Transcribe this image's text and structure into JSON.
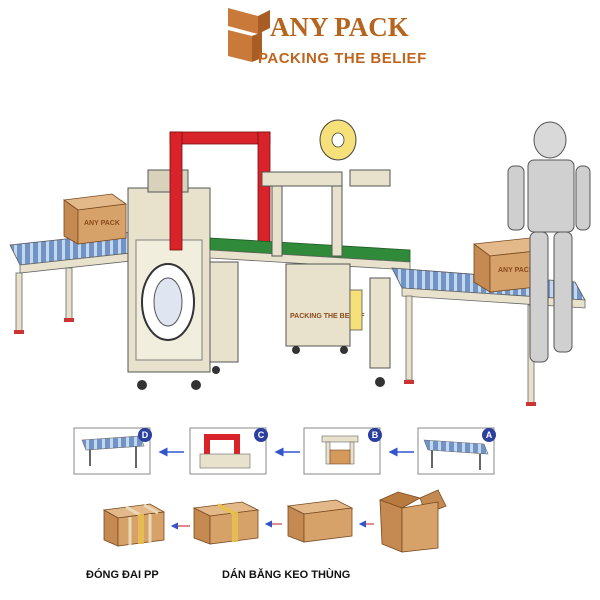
{
  "brand": {
    "name": "ANY PACK",
    "tagline": "PACKING THE BELIEF",
    "box_print": "ANY PACK",
    "machine_print": "PACKING THE BELIEF",
    "color": "#b5651d"
  },
  "steps": [
    {
      "id": "A",
      "label": "A"
    },
    {
      "id": "B",
      "label": "B"
    },
    {
      "id": "C",
      "label": "C"
    },
    {
      "id": "D",
      "label": "D"
    }
  ],
  "captions": {
    "strapping": "ĐÓNG ĐAI PP",
    "taping": "DÁN BĂNG KEO THÙNG"
  },
  "colors": {
    "step_badge": "#2a3f9e",
    "arrow": "#3355cc",
    "carton": "#d39a5c",
    "carton_dark": "#b87a3e",
    "tape": "#e8c050",
    "frame": "#e8e2cc",
    "red_frame": "#d8232a",
    "green_belt": "#2f8a3a",
    "roller": "#6f94c8"
  }
}
